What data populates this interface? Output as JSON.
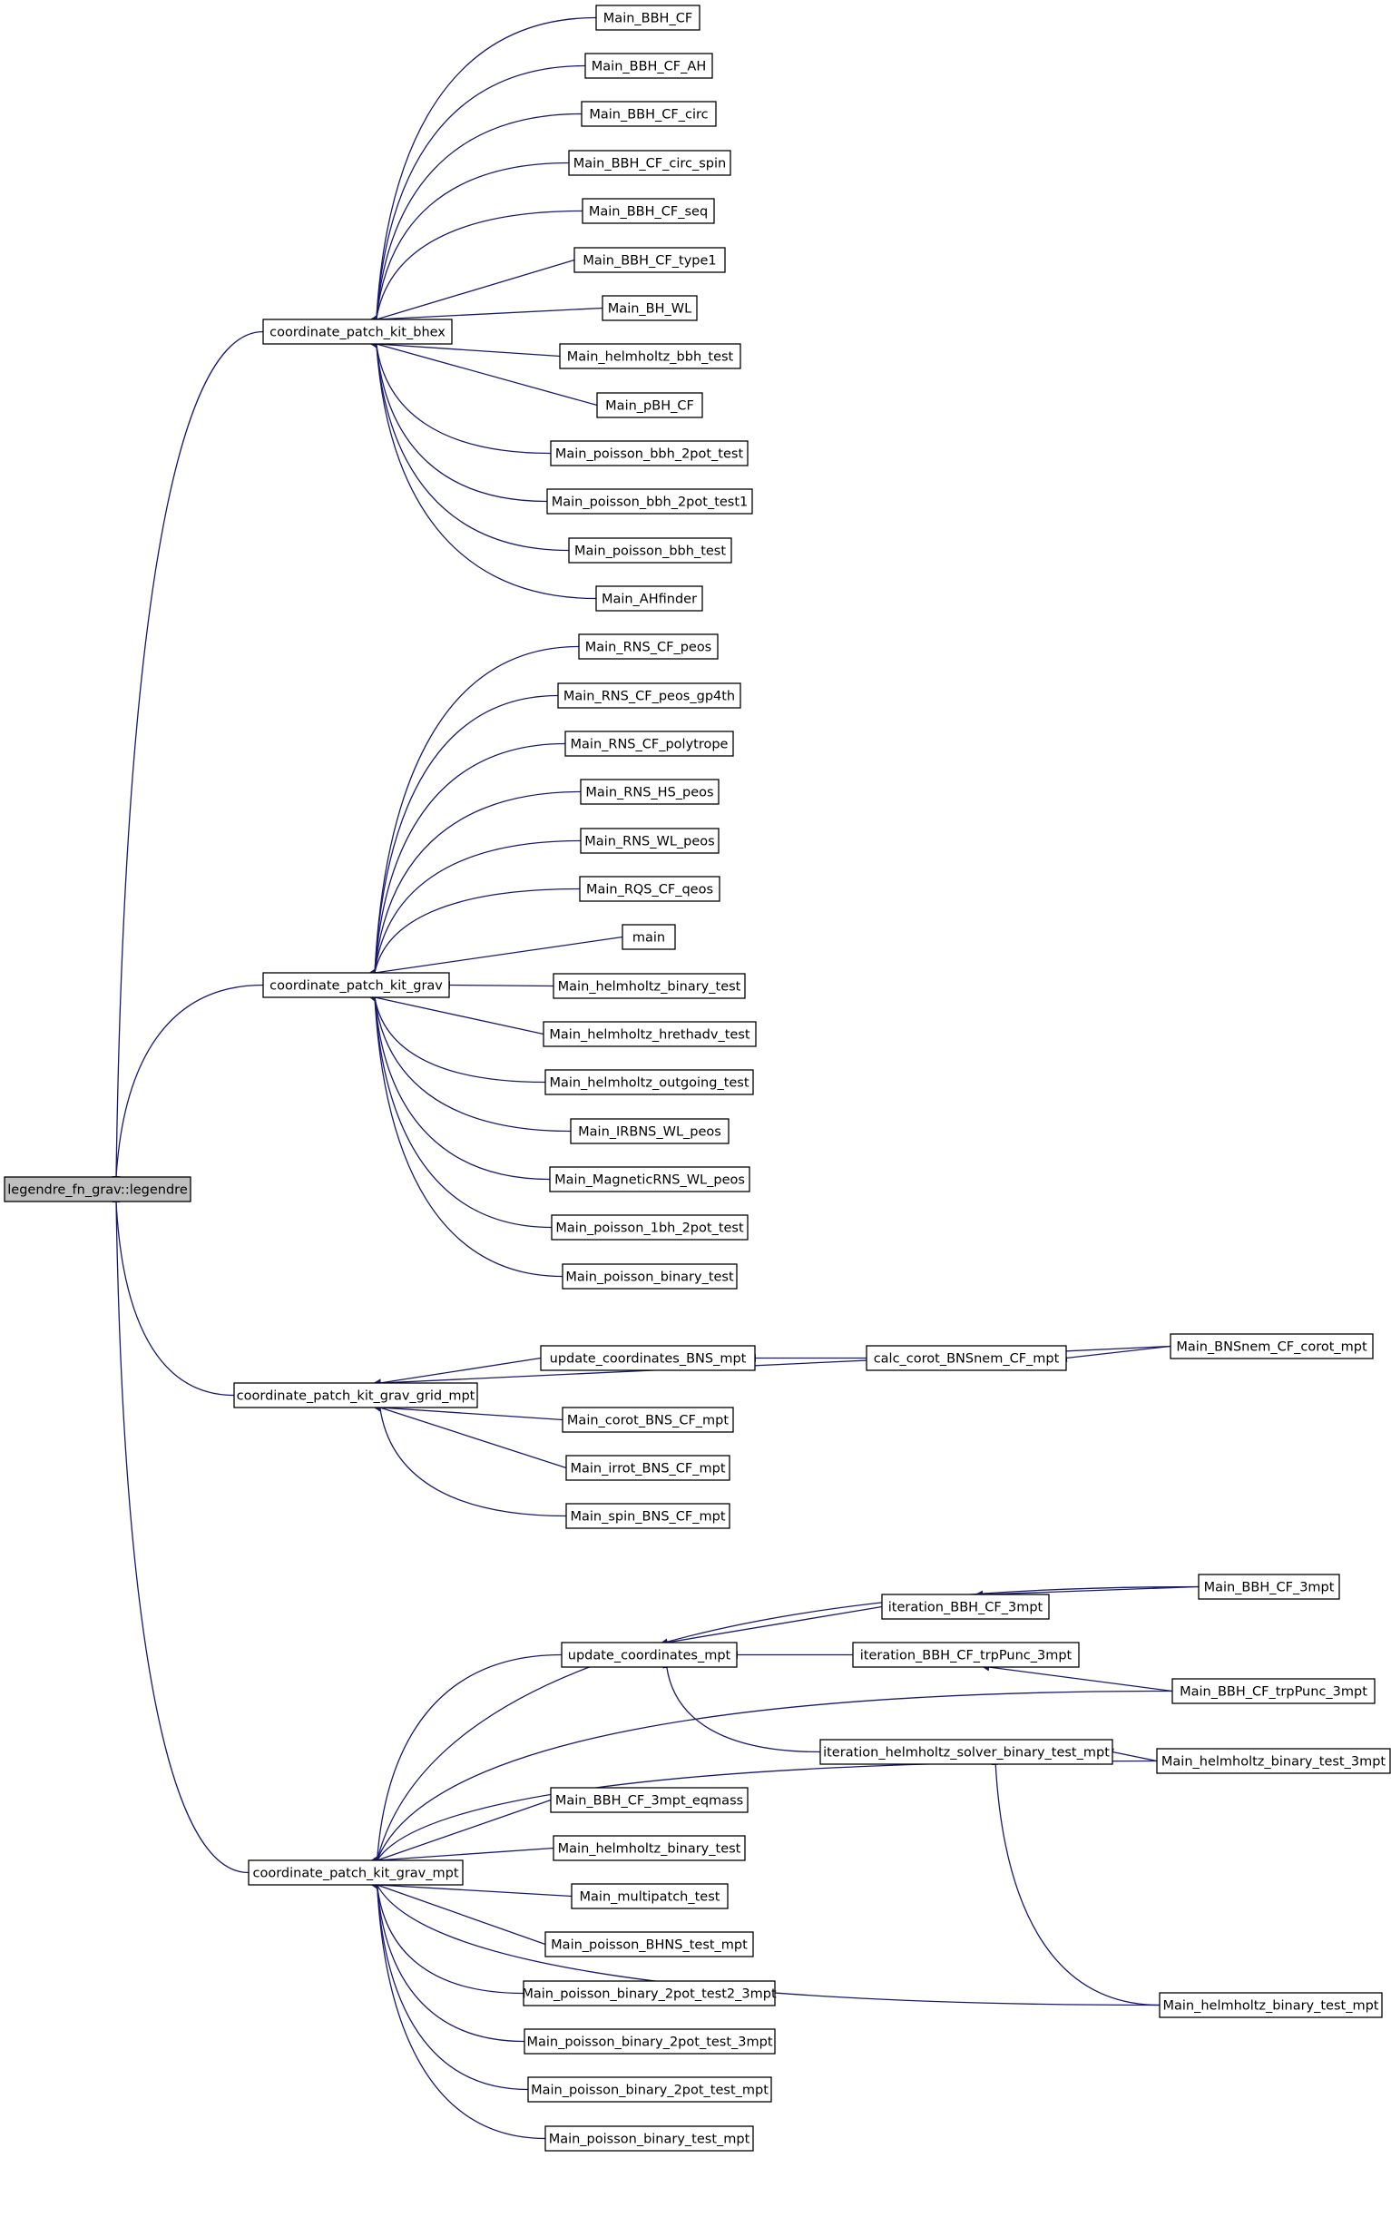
{
  "graph": {
    "nodes": {
      "root": "legendre_fn_grav::legendre",
      "bhex": "coordinate_patch_kit_bhex",
      "grav": "coordinate_patch_kit_grav",
      "gridmpt": "coordinate_patch_kit_grav_grid_mpt",
      "gravmpt": "coordinate_patch_kit_grav_mpt",
      "b1": "Main_BBH_CF",
      "b2": "Main_BBH_CF_AH",
      "b3": "Main_BBH_CF_circ",
      "b4": "Main_BBH_CF_circ_spin",
      "b5": "Main_BBH_CF_seq",
      "b6": "Main_BBH_CF_type1",
      "b7": "Main_BH_WL",
      "b8": "Main_helmholtz_bbh_test",
      "b9": "Main_pBH_CF",
      "b10": "Main_poisson_bbh_2pot_test",
      "b11": "Main_poisson_bbh_2pot_test1",
      "b12": "Main_poisson_bbh_test",
      "b13": "Main_AHfinder",
      "g1": "Main_RNS_CF_peos",
      "g2": "Main_RNS_CF_peos_gp4th",
      "g3": "Main_RNS_CF_polytrope",
      "g4": "Main_RNS_HS_peos",
      "g5": "Main_RNS_WL_peos",
      "g6": "Main_RQS_CF_qeos",
      "g7": "main",
      "g8": "Main_helmholtz_binary_test",
      "g9": "Main_helmholtz_hrethadv_test",
      "g10": "Main_helmholtz_outgoing_test",
      "g11": "Main_IRBNS_WL_peos",
      "g12": "Main_MagneticRNS_WL_peos",
      "g13": "Main_poisson_1bh_2pot_test",
      "g14": "Main_poisson_binary_test",
      "r1": "update_coordinates_BNS_mpt",
      "r2": "Main_corot_BNS_CF_mpt",
      "r3": "Main_irrot_BNS_CF_mpt",
      "r4": "Main_spin_BNS_CF_mpt",
      "r5": "calc_corot_BNSnem_CF_mpt",
      "r6": "Main_BNSnem_CF_corot_mpt",
      "m1": "update_coordinates_mpt",
      "m2": "iteration_BBH_CF_3mpt",
      "m3": "iteration_BBH_CF_trpPunc_3mpt",
      "m4": "iteration_helmholtz_solver_binary_test_mpt",
      "m5": "Main_BBH_CF_3mpt",
      "m6": "Main_BBH_CF_trpPunc_3mpt",
      "m7": "Main_helmholtz_binary_test_3mpt",
      "m8": "Main_helmholtz_binary_test_mpt",
      "m9": "Main_BBH_CF_3mpt_eqmass",
      "m10": "Main_helmholtz_binary_test",
      "m11": "Main_multipatch_test",
      "m12": "Main_poisson_BHNS_test_mpt",
      "m13": "Main_poisson_binary_2pot_test2_3mpt",
      "m14": "Main_poisson_binary_2pot_test_3mpt",
      "m15": "Main_poisson_binary_2pot_test_mpt",
      "m16": "Main_poisson_binary_test_mpt"
    }
  }
}
